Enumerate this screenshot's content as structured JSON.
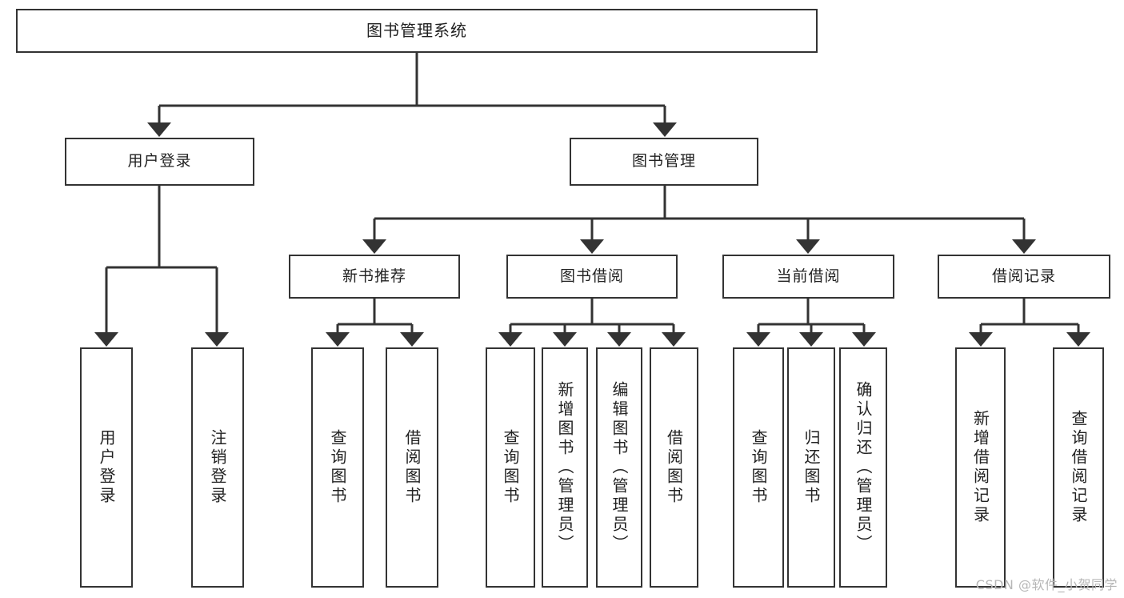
{
  "diagram": {
    "type": "tree",
    "title": "图书管理系统",
    "watermark": "CSDN @软件_小贺同学",
    "colors": {
      "border": "#333333",
      "fill": "#ffffff",
      "text": "#222222",
      "watermark": "#b6b6b6"
    },
    "root": {
      "label": "图书管理系统"
    },
    "level2": [
      {
        "label": "用户登录"
      },
      {
        "label": "图书管理"
      }
    ],
    "level3": [
      {
        "label": "新书推荐"
      },
      {
        "label": "图书借阅"
      },
      {
        "label": "当前借阅"
      },
      {
        "label": "借阅记录"
      }
    ],
    "leaves": {
      "user_login": [
        {
          "label": "用户登录"
        },
        {
          "label": "注销登录"
        }
      ],
      "new_book_recommend": [
        {
          "label": "查询图书"
        },
        {
          "label": "借阅图书"
        }
      ],
      "book_borrow": [
        {
          "label": "查询图书"
        },
        {
          "label": "新增图书（管理员）"
        },
        {
          "label": "编辑图书（管理员）"
        },
        {
          "label": "借阅图书"
        }
      ],
      "current_borrow": [
        {
          "label": "查询图书"
        },
        {
          "label": "归还图书"
        },
        {
          "label": "确认归还（管理员）"
        }
      ],
      "borrow_record": [
        {
          "label": "新增借阅记录"
        },
        {
          "label": "查询借阅记录"
        }
      ]
    }
  }
}
